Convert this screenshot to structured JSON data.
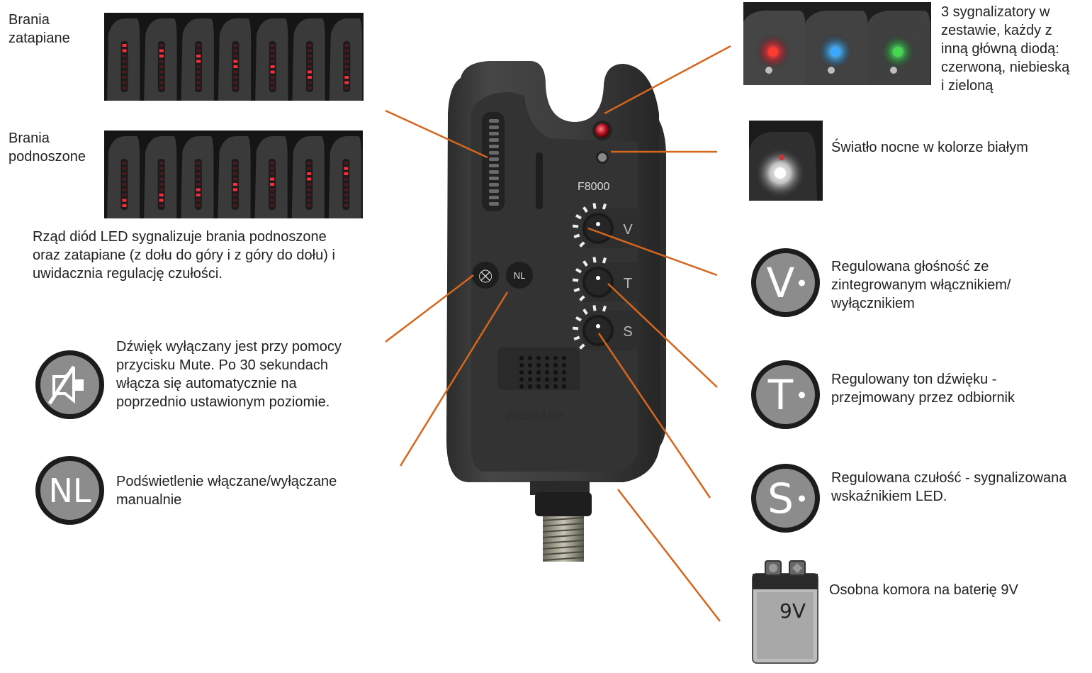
{
  "left": {
    "drop_bites_label": [
      "Brania",
      "zatapiane"
    ],
    "lift_bites_label": [
      "Brania",
      "podnoszone"
    ],
    "led_description": [
      "Rząd diód LED sygnalizuje brania podnoszone",
      "oraz zatapiane (z dołu do góry i z góry do dołu) i",
      "uwidacznia regulację czułości."
    ],
    "mute_description": [
      "Dźwięk wyłączany jest przy pomocy",
      "przycisku Mute. Po 30 sekundach",
      "włącza się automatycznie na",
      "poprzednio ustawionym poziomie."
    ],
    "nl_icon_label": "NL",
    "nl_description": [
      "Podświetlenie włączane/wyłączane",
      "manualnie"
    ]
  },
  "device": {
    "model": "F8000",
    "brand": "PROCARP",
    "button_mute": "⛒",
    "button_nl": "NL",
    "knob_v": "V",
    "knob_t": "T",
    "knob_s": "S"
  },
  "right": {
    "three_sets_description": [
      "3 sygnalizatory w",
      "zestawie, każdy z",
      "inną główną diodą:",
      "czerwoną, niebieską",
      "i zieloną"
    ],
    "night_light_description": "Światło nocne w kolorze białym",
    "volume_icon": "V",
    "volume_description": [
      "Regulowana głośność ze",
      "zintegrowanym włącznikiem/",
      "wyłącznikiem"
    ],
    "tone_icon": "T",
    "tone_description": [
      "Regulowany ton dźwięku -",
      "przejmowany przez odbiornik"
    ],
    "sens_icon": "S",
    "sens_description": [
      "Regulowana czułość - sygnalizowana",
      "wskaźnikiem LED."
    ],
    "battery_label": "9V",
    "battery_description": "Osobna komora na baterię 9V"
  },
  "colors": {
    "leader": "#d4661e",
    "device_body": "#3e3e3e",
    "led_red": "#e0203a",
    "led_blue": "#2f9ee0",
    "led_green": "#33c04a",
    "icon_fill": "#8c8c8c"
  }
}
